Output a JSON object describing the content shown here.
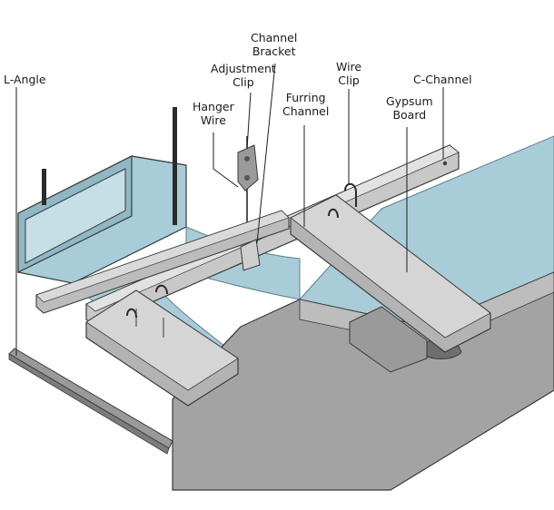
{
  "labels": {
    "l_angle": "L-Angle",
    "channel_bracket_1": "Channel",
    "channel_bracket_2": "Bracket",
    "adjustment_clip_1": "Adjustment",
    "adjustment_clip_2": "Clip",
    "hanger_wire_1": "Hanger",
    "hanger_wire_2": "Wire",
    "furring_channel_1": "Furring",
    "furring_channel_2": "Channel",
    "wire_clip_1": "Wire",
    "wire_clip_2": "Clip",
    "c_channel": "C-Channel",
    "gypsum_board_1": "Gypsum",
    "gypsum_board_2": "Board"
  },
  "colors": {
    "duct": "#a9cdd8",
    "duct_dark": "#7fa9b7",
    "board": "#9e9e9e",
    "board_light": "#b9b9b9",
    "channel": "#c8c8c8",
    "channel_dark": "#8a8a8a",
    "outline": "#3a3a3a"
  }
}
